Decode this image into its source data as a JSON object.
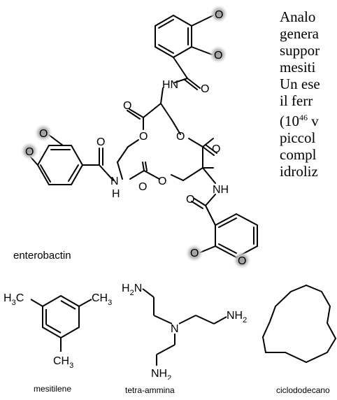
{
  "paragraph_lines": [
    "Analo",
    "genera",
    "suppor",
    "mesiti",
    "Un ese",
    "il ferr",
    "(10^46 v",
    "piccol",
    "compl",
    "idroliz"
  ],
  "paragraph_superscript": {
    "base": "(10",
    "sup": "46",
    "rest": " v"
  },
  "labels": {
    "enterobactin": "enterobactin",
    "mesitilene": "mesitilene",
    "tetra_ammina": "tetra-ammina",
    "ciclododecano": "ciclododecano"
  },
  "atoms": {
    "O": "O",
    "HN": "HN",
    "NH": "NH",
    "N": "N",
    "H": "H",
    "H2N": "H2N",
    "NH2": "NH2",
    "H3C": "H3C",
    "CH3": "CH3"
  }
}
